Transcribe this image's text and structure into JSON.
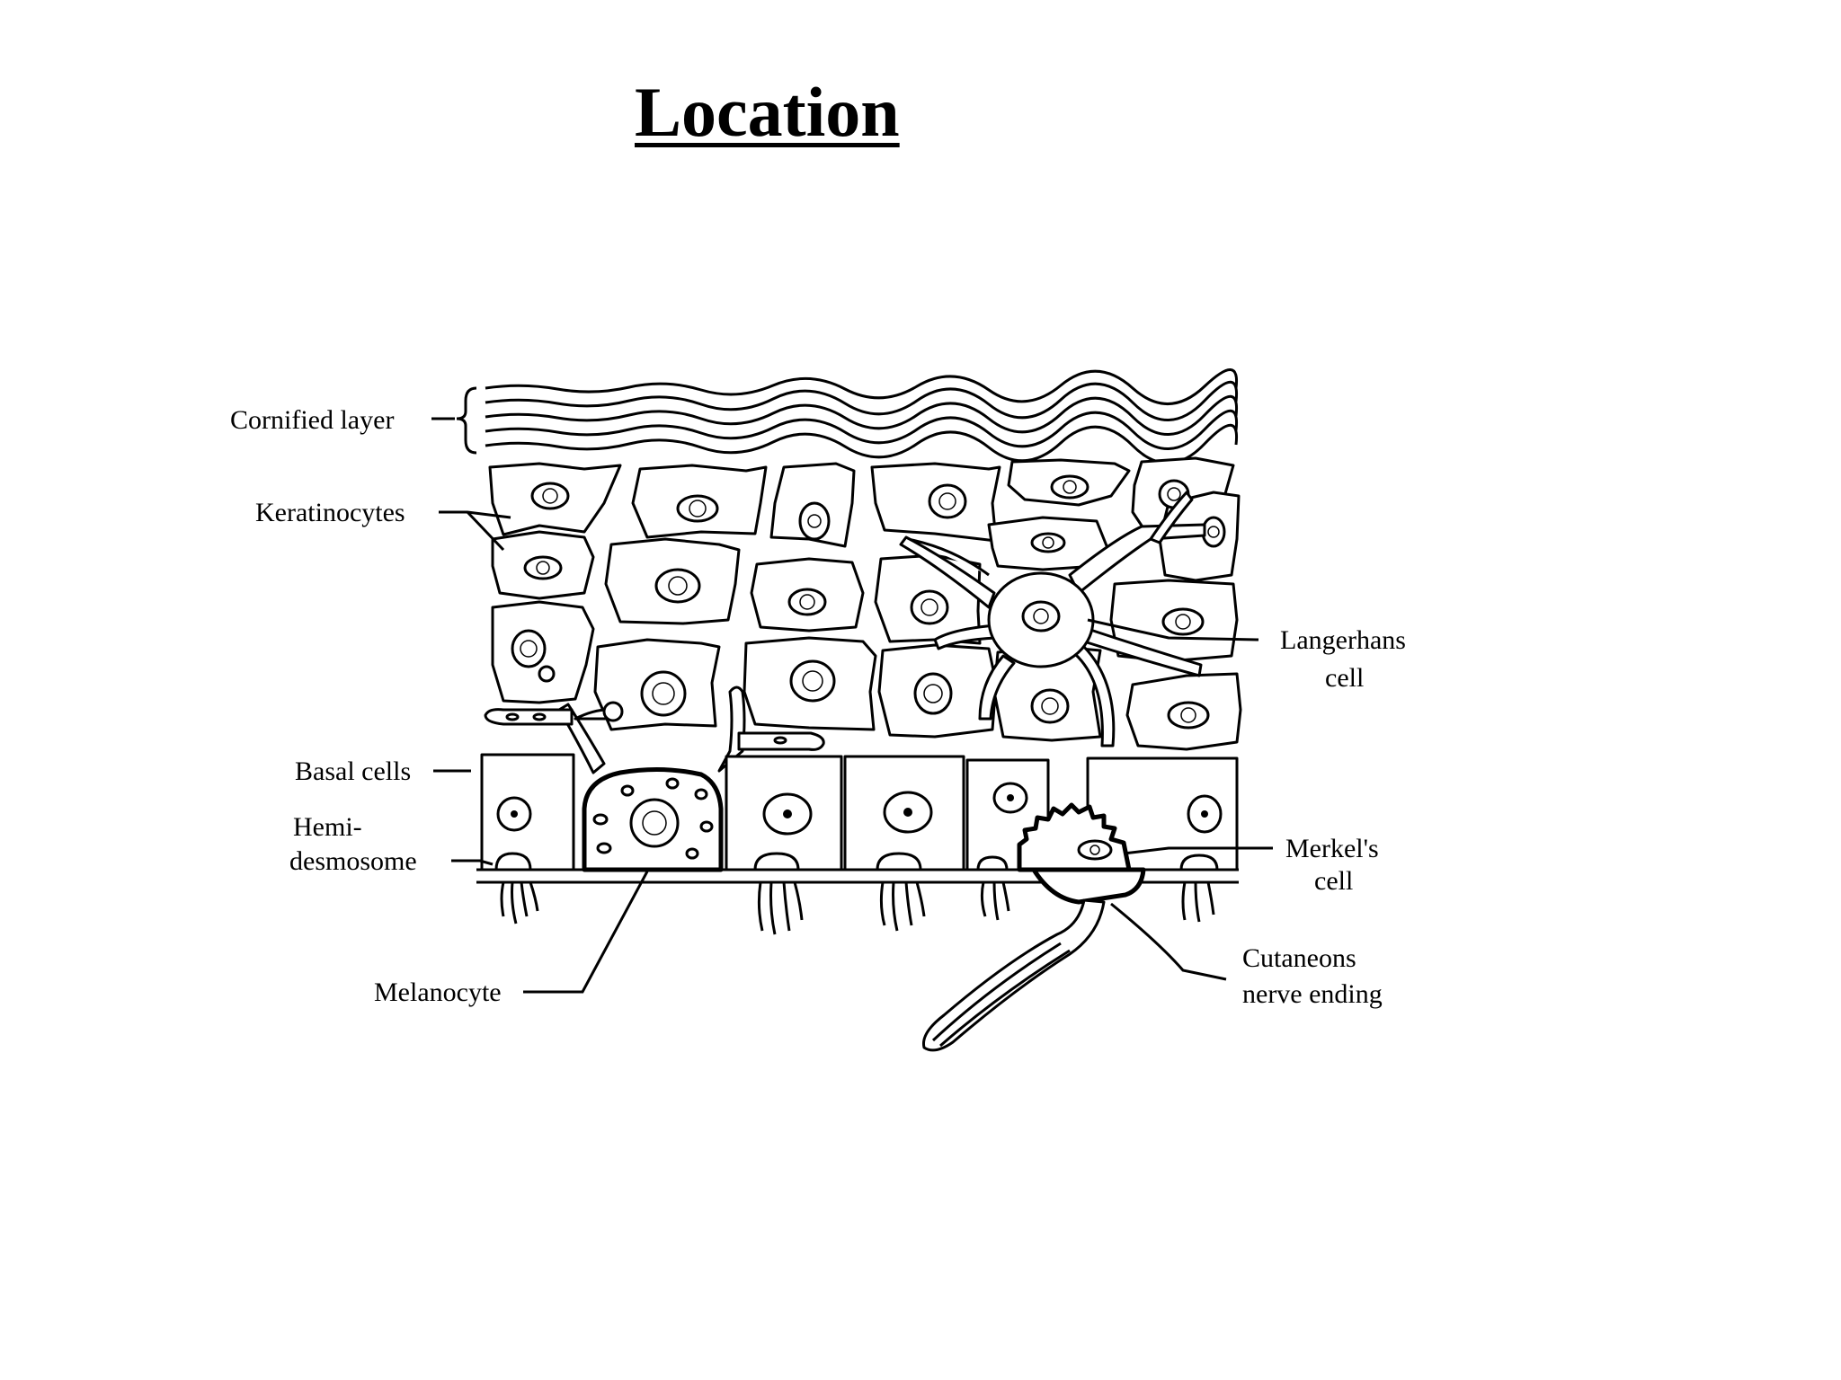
{
  "slide": {
    "title": "Location"
  },
  "labels": {
    "cornified_layer": "Cornified layer",
    "keratinocytes": "Keratinocytes",
    "langerhans_line1": "Langerhans",
    "langerhans_line2": "cell",
    "basal_cells": "Basal cells",
    "hemidesmosome_line1": "Hemi-",
    "hemidesmosome_line2": "desmosome",
    "merkels_line1": "Merkel's",
    "merkels_line2": "cell",
    "melanocyte": "Melanocyte",
    "cutaneous_line1": "Cutaneons",
    "cutaneous_line2": "nerve ending"
  }
}
